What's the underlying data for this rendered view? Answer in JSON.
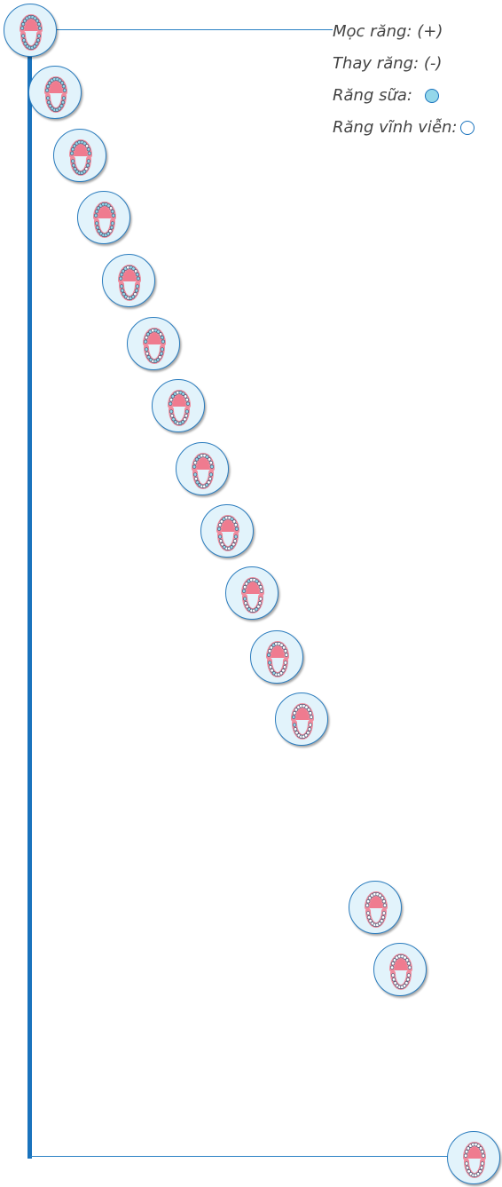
{
  "legend": {
    "erupt_label": "Mọc răng: (+)",
    "shed_label": "Thay răng: (-)",
    "primary_label": "Răng sữa:",
    "permanent_label": "Răng vĩnh viễn:"
  },
  "colors": {
    "timeline": "#1a73bd",
    "node_fill": "#e2f3fb",
    "primary_tooth": "#94d7ea",
    "permanent_tooth": "#ffffff",
    "gum": "#f08a9c",
    "palate": "#ef7b8f"
  },
  "stages": [
    {
      "icon": "dental-arch-icon",
      "primary_frac": 1.0
    },
    {
      "icon": "dental-arch-icon",
      "primary_frac": 0.95
    },
    {
      "icon": "dental-arch-icon",
      "primary_frac": 0.88
    },
    {
      "icon": "dental-arch-icon",
      "primary_frac": 0.82
    },
    {
      "icon": "dental-arch-icon",
      "primary_frac": 0.74
    },
    {
      "icon": "dental-arch-icon",
      "primary_frac": 0.66
    },
    {
      "icon": "dental-arch-icon",
      "primary_frac": 0.58
    },
    {
      "icon": "dental-arch-icon",
      "primary_frac": 0.5
    },
    {
      "icon": "dental-arch-icon",
      "primary_frac": 0.4
    },
    {
      "icon": "dental-arch-icon",
      "primary_frac": 0.3
    },
    {
      "icon": "dental-arch-icon",
      "primary_frac": 0.2
    },
    {
      "icon": "dental-arch-icon",
      "primary_frac": 0.1
    },
    {
      "icon": "dental-arch-icon",
      "primary_frac": 0.0
    },
    {
      "icon": "dental-arch-icon",
      "primary_frac": 0.0
    },
    {
      "icon": "dental-arch-icon",
      "primary_frac": 0.0
    }
  ]
}
